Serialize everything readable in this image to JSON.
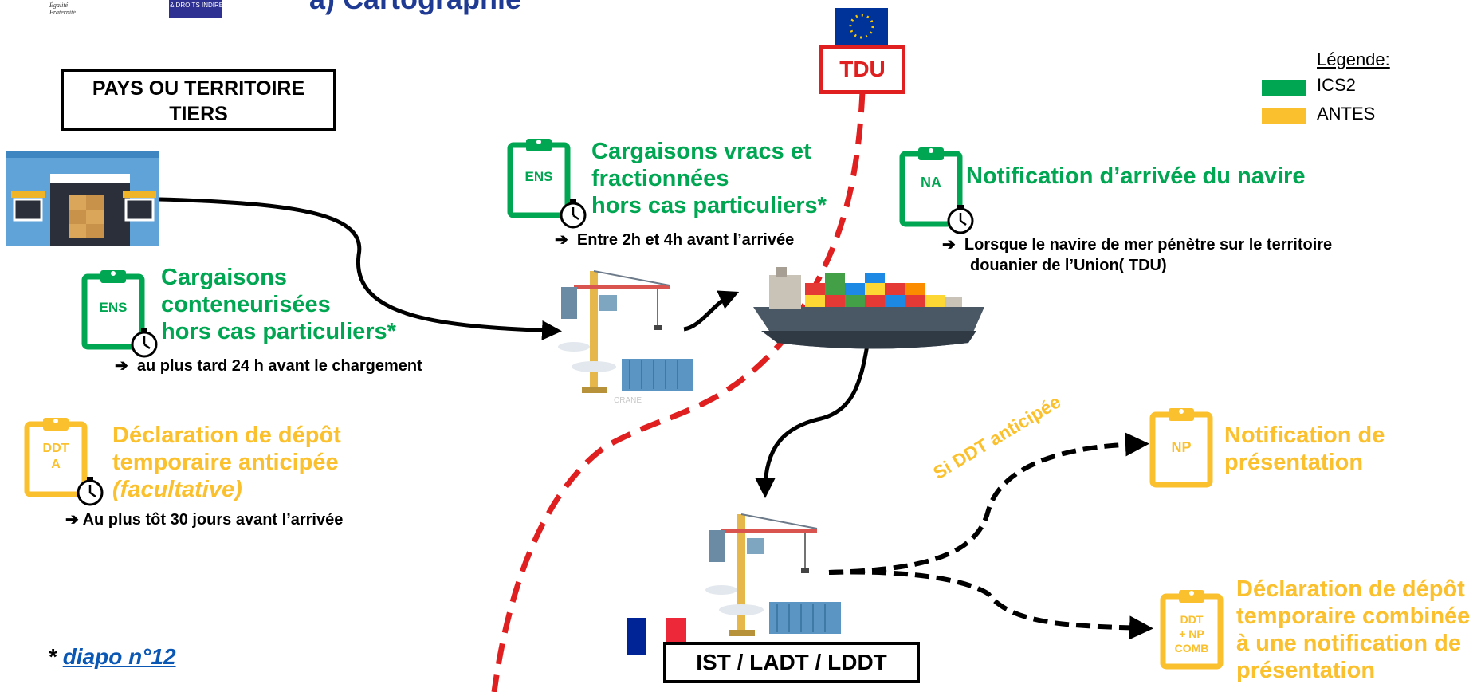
{
  "header": {
    "partial_title": "a) Cartographie",
    "marianne_motto": [
      "Égalité",
      "Fraternité"
    ],
    "customs_logo_text": "& DROITS INDIRECTS"
  },
  "legend": {
    "title": "Légende:",
    "items": [
      {
        "label": "ICS2",
        "color": "#00a651"
      },
      {
        "label": "ANTES",
        "color": "#fbc02d"
      }
    ]
  },
  "tdu": {
    "label": "TDU"
  },
  "third_country": {
    "line1": "PAYS OU TERRITOIRE",
    "line2": "TIERS"
  },
  "ens_container": {
    "badge": "ENS",
    "line1": "Cargaisons",
    "line2": "conteneurisées",
    "line3": "hors cas particuliers*",
    "timing": "au plus tard 24 h avant le chargement"
  },
  "ens_bulk": {
    "badge": "ENS",
    "line1": "Cargaisons vracs et",
    "line2": "fractionnées",
    "line3": "hors cas particuliers*",
    "timing": "Entre 2h et 4h avant l’arrivée"
  },
  "na": {
    "badge": "NA",
    "title": "Notification d’arrivée du navire",
    "timing_line1": "Lorsque le navire de mer pénètre sur le territoire",
    "timing_line2": "douanier de l’Union( TDU)"
  },
  "ddt_a": {
    "badge_line1": "DDT",
    "badge_line2": "A",
    "line1": "Déclaration de dépôt",
    "line2": "temporaire anticipée",
    "line3": "(facultative)",
    "timing": "Au plus tôt 30 jours avant l’arrivée"
  },
  "np": {
    "badge": "NP",
    "line1": "Notification de",
    "line2": "présentation",
    "path_label": "Si DDT anticipée"
  },
  "ddt_comb": {
    "badge_line1": "DDT",
    "badge_line2": "+ NP",
    "badge_line3": "COMB",
    "line1": "Déclaration de dépôt",
    "line2": "temporaire combinée",
    "line3": "à une notification de",
    "line4": "présentation"
  },
  "port_box": {
    "label": "IST / LADT / LDDT"
  },
  "crane_caption": "CRANE",
  "footnote": {
    "star": "*",
    "link": "diapo n°12"
  },
  "arrow_glyph": "➔",
  "icons": [
    "clipboard-icon",
    "stopwatch-icon",
    "warehouse-icon",
    "crane-icon",
    "container-ship-icon",
    "eu-flag-icon",
    "french-flag-icon"
  ]
}
